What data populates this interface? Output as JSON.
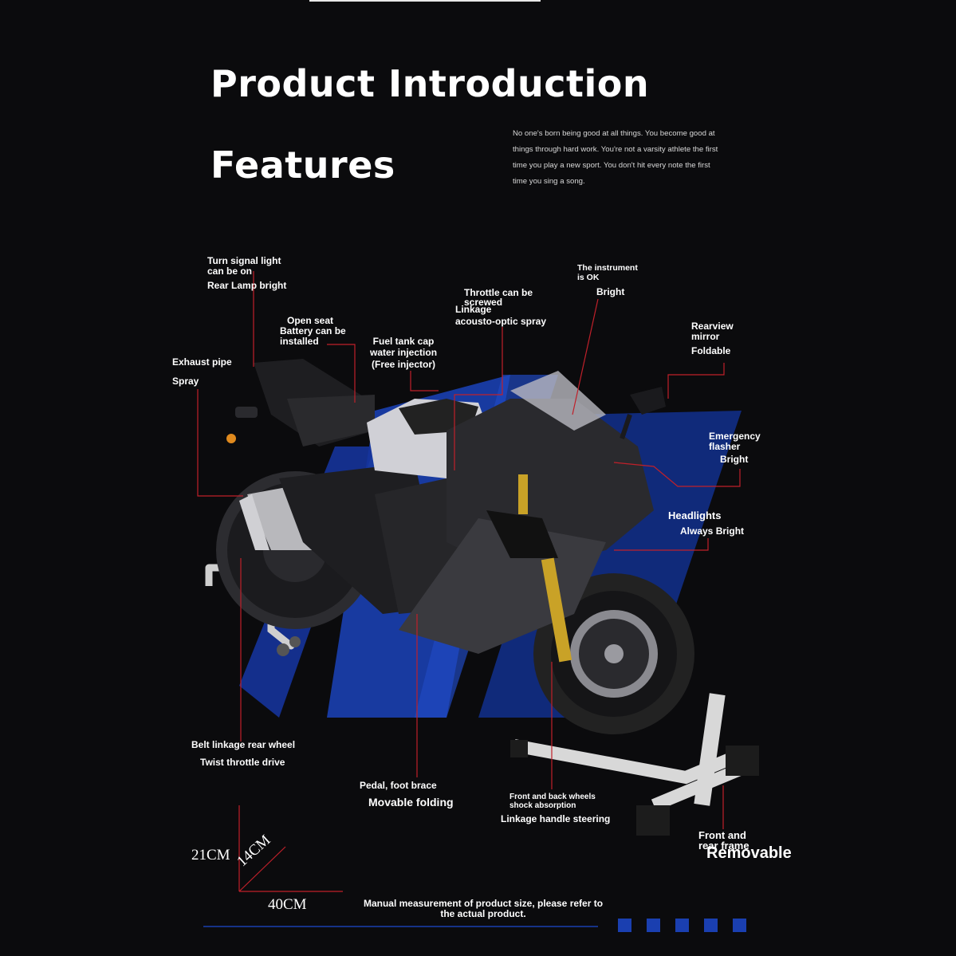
{
  "title_intro": "Product Introduction",
  "title_features": "Features",
  "intro_text": "No one's born being good at all things. You become good at things through hard work. You're not a varsity athlete the first time you play a new sport. You don't hit every note the first time you sing a song.",
  "labels": {
    "turn_signal_1": "Turn signal light",
    "turn_signal_2": "can be on",
    "rear_lamp": "Rear Lamp bright",
    "open_seat_1": "Open seat",
    "open_seat_2": "Battery can be",
    "open_seat_3": "installed",
    "exhaust_1": "Exhaust pipe",
    "exhaust_2": "Spray",
    "fuel_1": "Fuel tank cap",
    "fuel_2": "water injection",
    "fuel_3": "(Free injector)",
    "throttle_1": "Throttle can be",
    "throttle_2": "screwed",
    "throttle_3": "Linkage",
    "throttle_4": "acousto-optic spray",
    "instrument_1": "The instrument",
    "instrument_2": "is OK",
    "instrument_3": "Bright",
    "mirror_1": "Rearview",
    "mirror_2": "mirror",
    "mirror_3": "Foldable",
    "flasher_1": "Emergency",
    "flasher_2": "flasher",
    "flasher_3": "Bright",
    "headlights_1": "Headlights",
    "headlights_2": "Always Bright",
    "belt_1": "Belt linkage rear wheel",
    "belt_2": "Twist throttle drive",
    "pedal_1": "Pedal, foot brace",
    "pedal_2": "Movable folding",
    "shock_1": "Front and back wheels",
    "shock_2": "shock absorption",
    "shock_3": "Linkage handle steering",
    "frame_1": "Front and",
    "frame_2": "rear frame",
    "frame_3": "Removable"
  },
  "dimensions": {
    "height": "21CM",
    "depth": "14CM",
    "length": "40CM"
  },
  "note": "Manual measurement of product size, please refer to the actual product.",
  "colors": {
    "background": "#0b0b0d",
    "accent_blue": "#1a3fb0",
    "leader_red": "#c0202a"
  }
}
